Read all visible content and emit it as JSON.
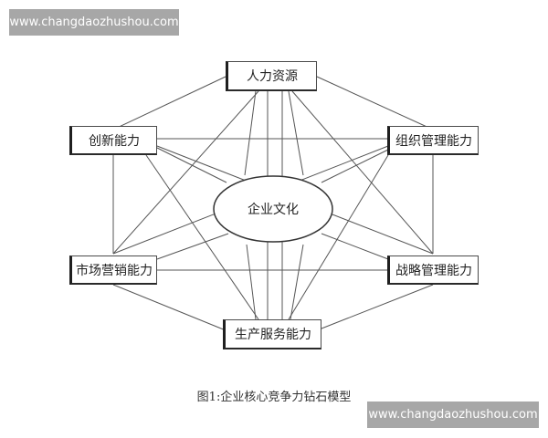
{
  "watermark": {
    "top_text": "www.changdaozhushou.com",
    "bottom_text": "www.changdaozhushou.com"
  },
  "diagram": {
    "center": "企业文化",
    "nodes": {
      "top": "人力资源",
      "upper_left": "创新能力",
      "upper_right": "组织管理能力",
      "lower_left": "市场营销能力",
      "lower_right": "战略管理能力",
      "bottom": "生产服务能力"
    },
    "caption": "图1:企业核心竞争力钻石模型",
    "colors": {
      "line": "#555555",
      "border": "#1f1f1f",
      "watermark_bg": "#a7a7a7"
    }
  }
}
